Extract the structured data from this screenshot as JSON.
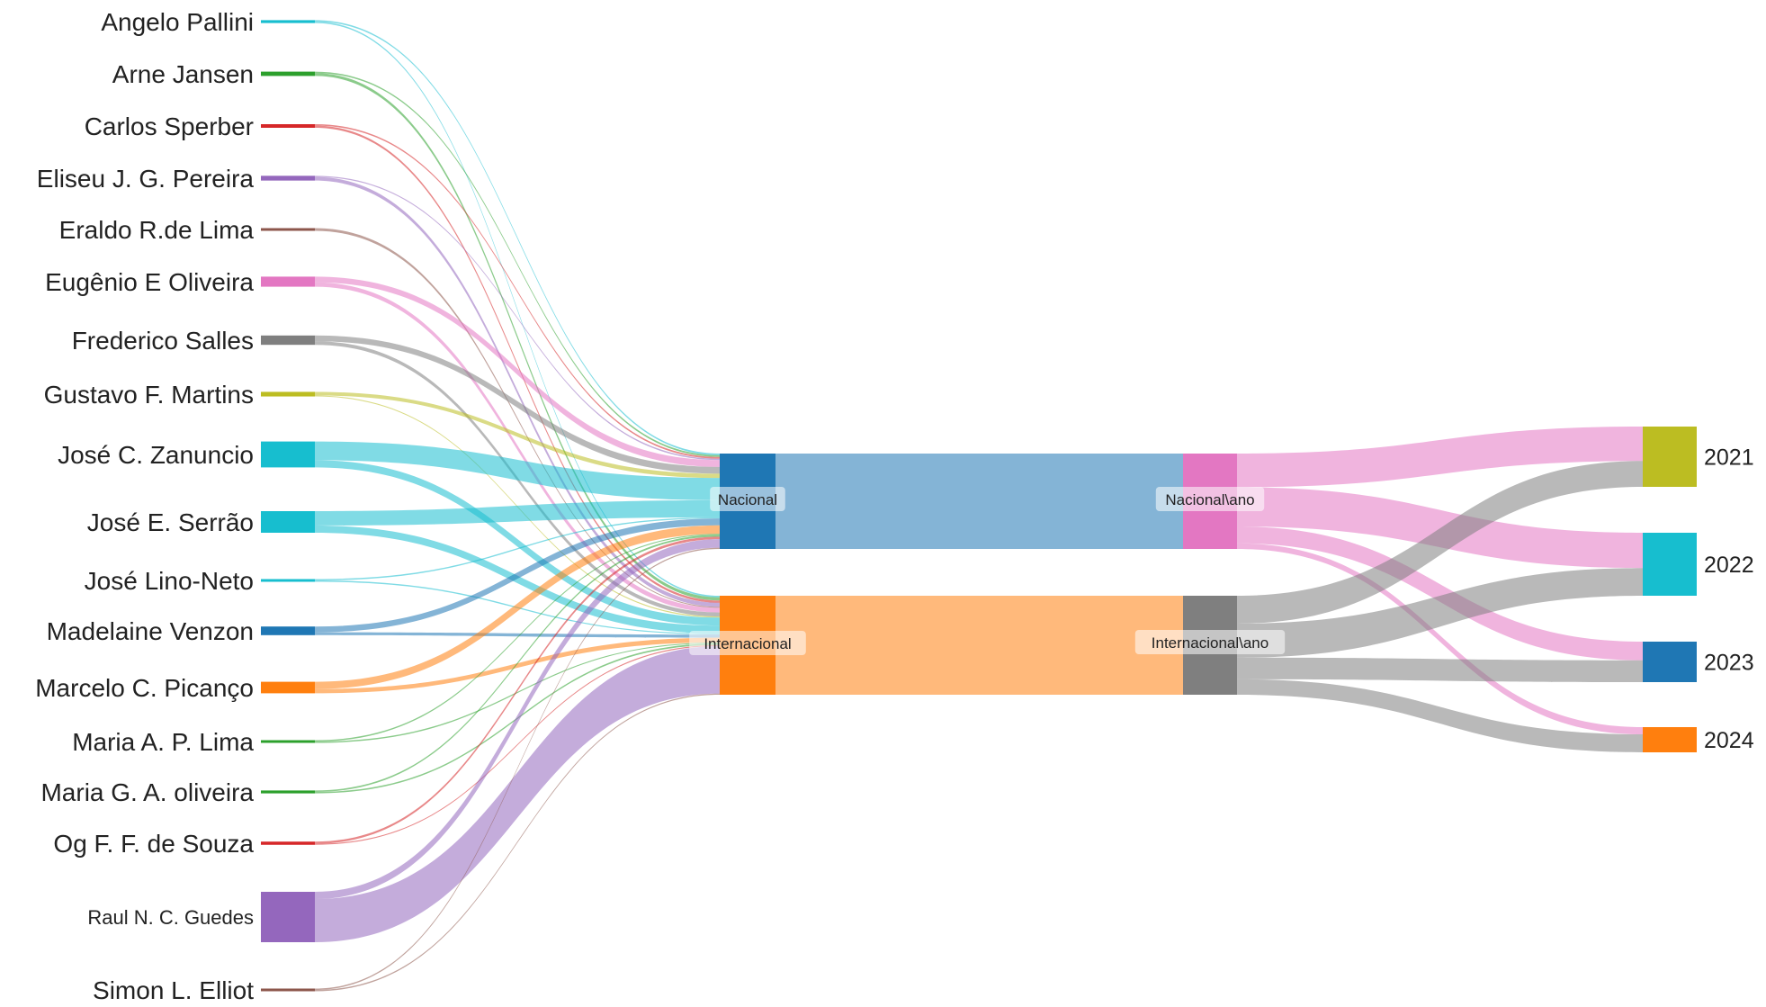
{
  "authors": [
    {
      "name": "Angelo Pallini",
      "color": "#17becf",
      "nacional": 1,
      "internacional": 1
    },
    {
      "name": "Arne Jansen",
      "color": "#2ca02c",
      "nacional": 1,
      "internacional": 2
    },
    {
      "name": "Carlos Sperber",
      "color": "#d62728",
      "nacional": 1,
      "internacional": 1.5
    },
    {
      "name": "Eliseu J. G. Pereira",
      "color": "#9467bd",
      "nacional": 0.8,
      "internacional": 2.5
    },
    {
      "name": "Eraldo R.de Lima",
      "color": "#8c564b",
      "nacional": 0,
      "internacional": 0.6
    },
    {
      "name": "Eugênio E Oliveira",
      "color": "#e377c2",
      "nacional": 4,
      "internacional": 3
    },
    {
      "name": "Frederico Salles",
      "color": "#7f7f7f",
      "nacional": 4,
      "internacional": 2.5
    },
    {
      "name": "Gustavo F. Martins",
      "color": "#bcbd22",
      "nacional": 2.5,
      "internacional": 0.7
    },
    {
      "name": "José C. Zanuncio",
      "color": "#17becf",
      "nacional": 13,
      "internacional": 5
    },
    {
      "name": "José E. Serrão",
      "color": "#17becf",
      "nacional": 10,
      "internacional": 5
    },
    {
      "name": "José Lino-Neto",
      "color": "#17becf",
      "nacional": 0.7,
      "internacional": 0.7
    },
    {
      "name": "Madelaine Venzon",
      "color": "#1f77b4",
      "nacional": 4,
      "internacional": 2
    },
    {
      "name": "Marcelo C. Picanço",
      "color": "#ff7f0e",
      "nacional": 5,
      "internacional": 3
    },
    {
      "name": "Maria A. P. Lima",
      "color": "#2ca02c",
      "nacional": 0.6,
      "internacional": 0.6
    },
    {
      "name": "Maria G. A. oliveira",
      "color": "#2ca02c",
      "nacional": 1,
      "internacional": 1
    },
    {
      "name": "Og F. F. de Souza",
      "color": "#d62728",
      "nacional": 1.5,
      "internacional": 0.7
    },
    {
      "name": "Raul N. C. Guedes",
      "color": "#9467bd",
      "nacional": 5,
      "internacional": 30
    },
    {
      "name": "Simon L. Elliot",
      "color": "#8c564b",
      "nacional": 0.7,
      "internacional": 0.7
    }
  ],
  "categories": [
    {
      "name": "Nacional",
      "color": "#1f77b4"
    },
    {
      "name": "Internacional",
      "color": "#ff7f0e"
    }
  ],
  "aggregates": [
    {
      "name": "Nacional\\ano",
      "color": "#e377c2"
    },
    {
      "name": "Internacional\\ano",
      "color": "#7f7f7f"
    }
  ],
  "years": [
    {
      "name": "2021",
      "color": "#bcbd22"
    },
    {
      "name": "2022",
      "color": "#17becf"
    },
    {
      "name": "2023",
      "color": "#1f77b4"
    },
    {
      "name": "2024",
      "color": "#ff7f0e"
    }
  ],
  "year_flows": {
    "Nacional\\ano": {
      "2021": 12,
      "2022": 14,
      "2023": 6,
      "2024": 2
    },
    "Internacional\\ano": {
      "2021": 9,
      "2022": 11,
      "2023": 7,
      "2024": 5
    }
  }
}
